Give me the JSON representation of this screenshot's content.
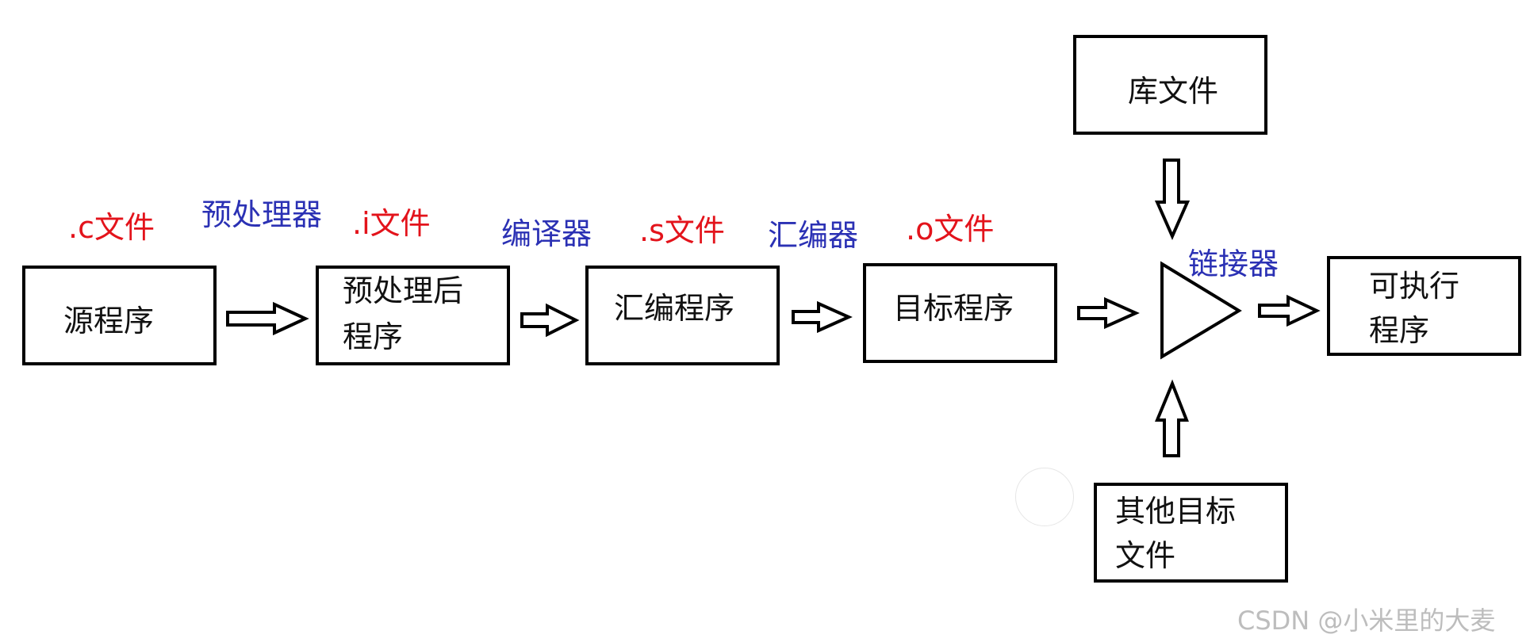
{
  "boxes": {
    "source": {
      "line1": "源程序",
      "line2": ""
    },
    "preprocessed": {
      "line1": "预处理后",
      "line2": "程序"
    },
    "assembly": {
      "line1": "汇编程序",
      "line2": ""
    },
    "object": {
      "line1": "目标程序",
      "line2": ""
    },
    "library": {
      "line1": "库文件",
      "line2": ""
    },
    "executable": {
      "line1": "可执行",
      "line2": "程序"
    },
    "other_objects": {
      "line1": "其他目标",
      "line2": "文件"
    }
  },
  "file_labels": {
    "c": ".c文件",
    "i": ".i文件",
    "s": ".s文件",
    "o": ".o文件"
  },
  "tool_labels": {
    "preprocessor": "预处理器",
    "compiler": "编译器",
    "assembler": "汇编器",
    "linker": "链接器"
  },
  "watermark": "CSDN @小米里的大麦",
  "colors": {
    "file_label": "#e3131b",
    "tool_label": "#2b31b4",
    "stroke": "#000000"
  }
}
